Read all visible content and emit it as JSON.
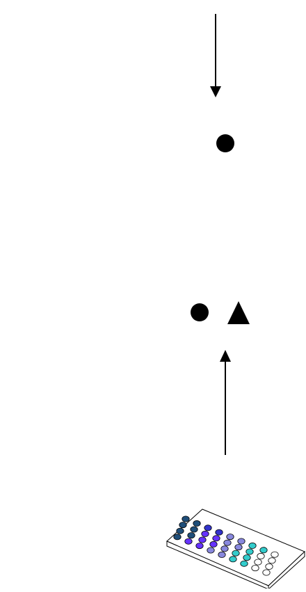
{
  "diagram": {
    "arrows": [
      {
        "id": "arrow-down",
        "direction": "down"
      },
      {
        "id": "arrow-up",
        "direction": "up"
      }
    ],
    "shapes": [
      {
        "id": "circle-top",
        "kind": "circle",
        "color": "#000000"
      },
      {
        "id": "circle-middle",
        "kind": "circle",
        "color": "#000000"
      },
      {
        "id": "triangle-middle",
        "kind": "triangle",
        "color": "#000000"
      }
    ],
    "plate": {
      "rows": 4,
      "columns": 9,
      "colors": {
        "dark": "#1f4e79",
        "blue": "#3333cc",
        "purple": "#6633ff",
        "lavender": "#8888dd",
        "cyan": "#33cccc",
        "empty": "#ffffff"
      },
      "wells": [
        [
          "dark",
          "dark",
          "blue",
          "blue",
          "lavender",
          "lavender",
          "cyan",
          "cyan",
          "empty"
        ],
        [
          "dark",
          "dark",
          "purple",
          "purple",
          "lavender",
          "lavender",
          "cyan",
          "empty",
          "empty"
        ],
        [
          "dark",
          "dark",
          "purple",
          "purple",
          "lavender",
          "cyan",
          "cyan",
          "empty",
          "empty"
        ],
        [
          "dark",
          "purple",
          "purple",
          "lavender",
          "lavender",
          "cyan",
          "cyan",
          "empty",
          "empty"
        ]
      ]
    }
  }
}
